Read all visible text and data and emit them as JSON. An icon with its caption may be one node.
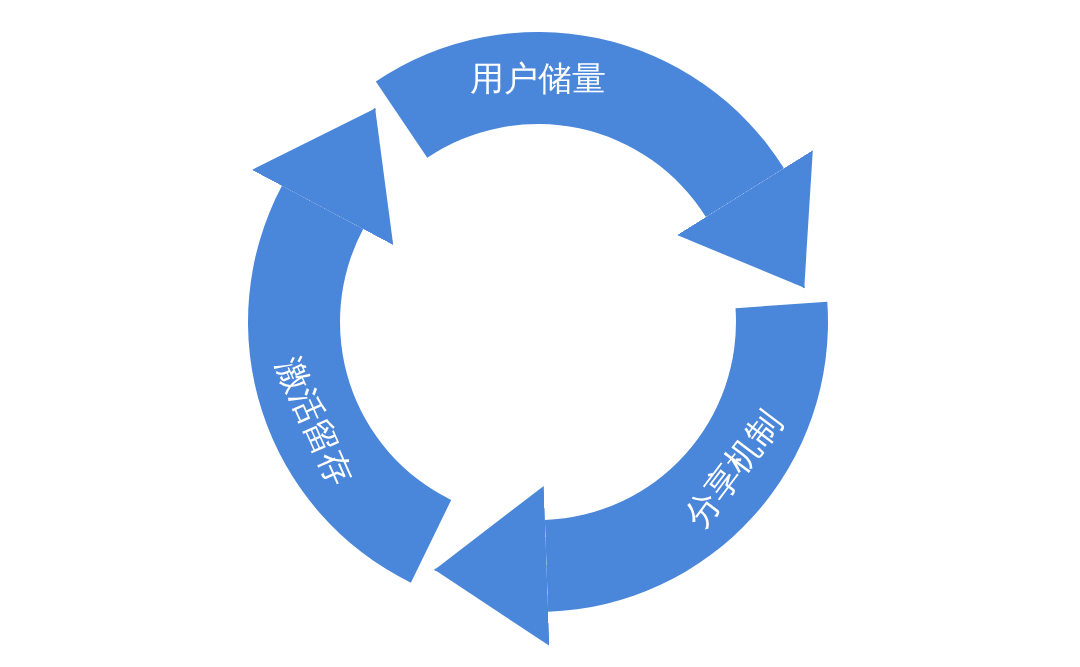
{
  "diagram": {
    "nodes": [
      {
        "text": [
          "用户储量"
        ]
      },
      {
        "text": [
          "分享机制"
        ]
      },
      {
        "text": [
          "激活留存"
        ]
      }
    ],
    "edges": [
      {
        "from": 0,
        "to": 1,
        "arrow": "to"
      },
      {
        "from": 1,
        "to": 2,
        "arrow": "to"
      },
      {
        "from": 2,
        "to": 0,
        "arrow": "to"
      }
    ]
  }
}
